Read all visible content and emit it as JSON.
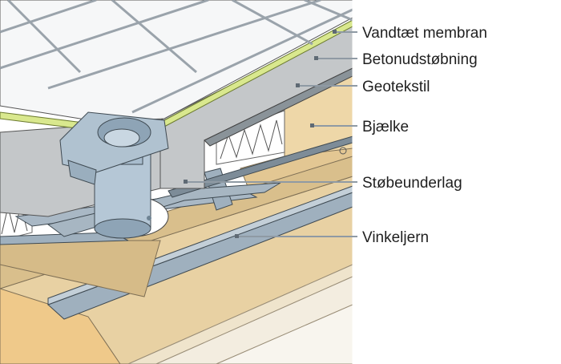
{
  "labels": {
    "membrane": "Vandtæt membran",
    "concrete": "Betonudstøbning",
    "geotextile": "Geotekstil",
    "joist": "Bjælke",
    "form_base": "Støbeunderlag",
    "angle_iron": "Vinkeljern"
  },
  "colors": {
    "tile": "#f6f7f8",
    "grout": "#b9c0c6",
    "membrane": "#d9e88e",
    "concrete": "#c4c7c9",
    "steel": "#9fb0be",
    "wood": "#e8d1a3",
    "insulation": "#ffffff",
    "leader": "#8f9aa4"
  }
}
